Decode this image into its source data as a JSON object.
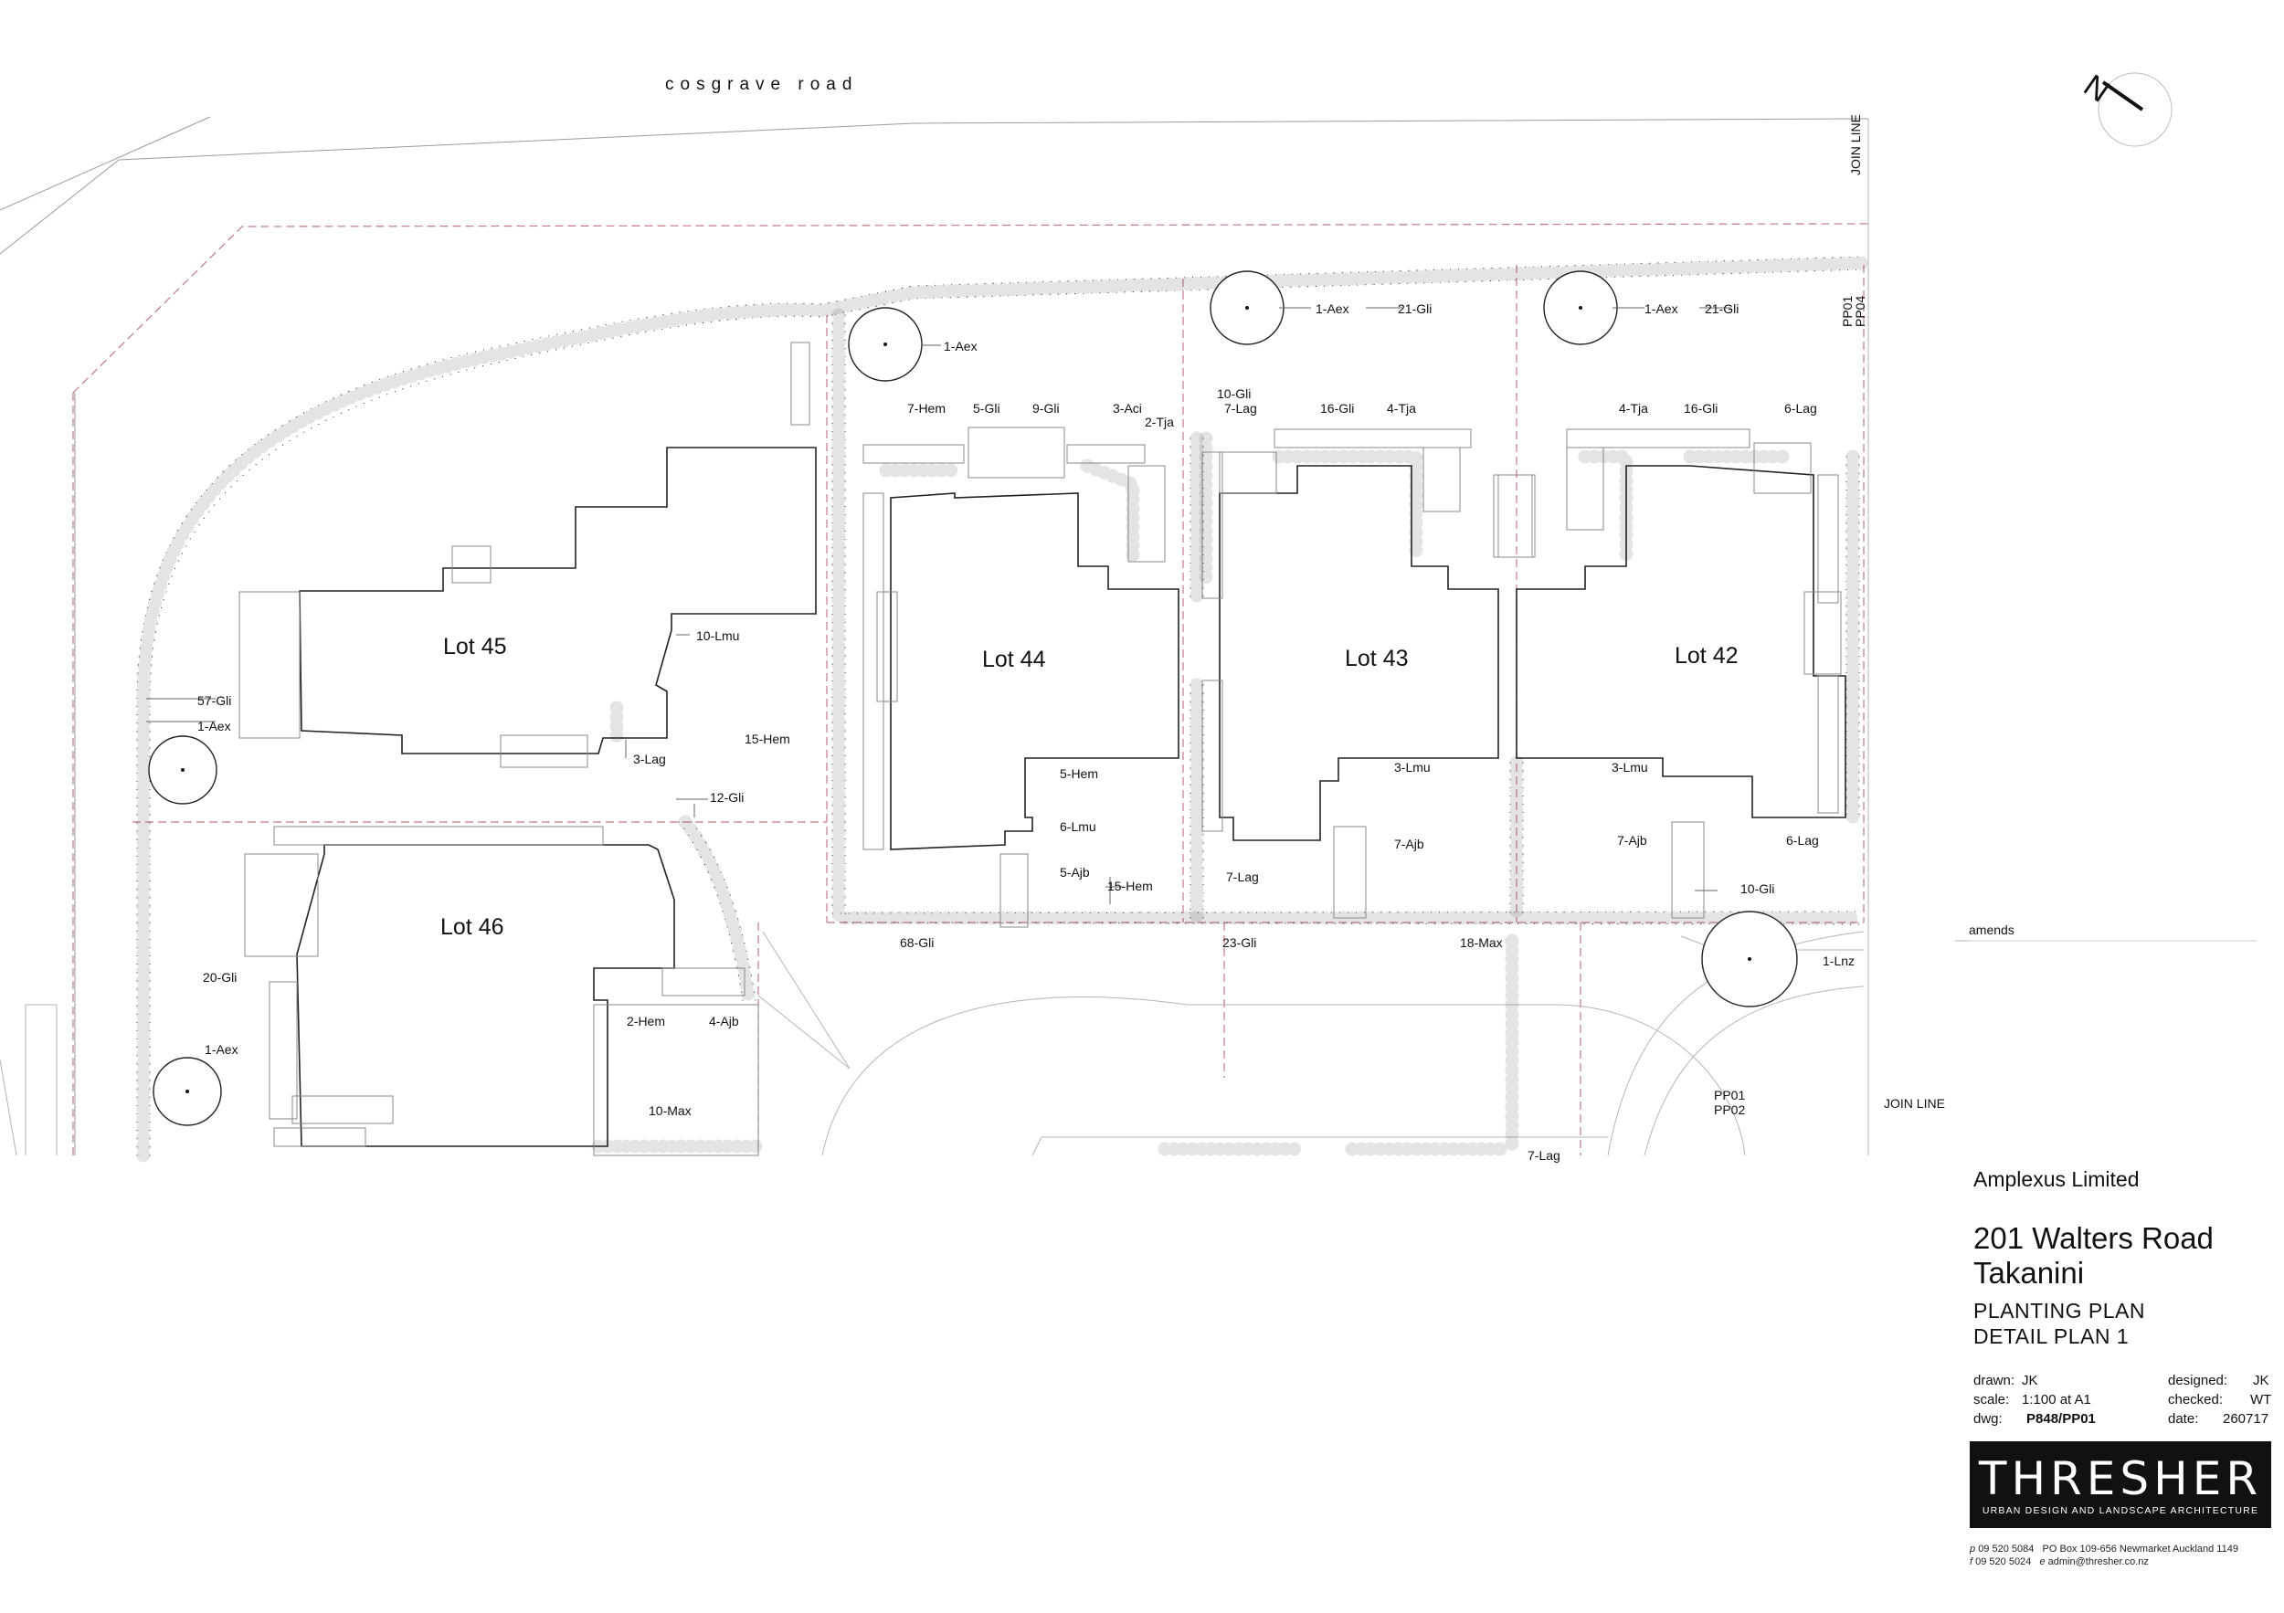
{
  "road_label": "cosgrave road",
  "join_line_labels": [
    "JOIN LINE",
    "JOIN LINE"
  ],
  "sheet_refs": {
    "top_right": [
      "PP01",
      "PP04"
    ],
    "bottom": [
      "PP01",
      "PP02"
    ]
  },
  "amends_label": "amends",
  "lots": [
    "Lot 45",
    "Lot 44",
    "Lot 43",
    "Lot 42",
    "Lot 46"
  ],
  "plant_labels": [
    "1-Aex",
    "1-Aex",
    "21-Gli",
    "1-Aex",
    "21-Gli",
    "7-Hem",
    "5-Gli",
    "9-Gli",
    "3-Aci",
    "2-Tja",
    "10-Gli",
    "7-Lag",
    "16-Gli",
    "4-Tja",
    "4-Tja",
    "16-Gli",
    "6-Lag",
    "10-Lmu",
    "57-Gli",
    "1-Aex",
    "3-Lag",
    "15-Hem",
    "12-Gli",
    "5-Hem",
    "6-Lmu",
    "5-Ajb",
    "15-Hem",
    "3-Lmu",
    "7-Ajb",
    "7-Lag",
    "3-Lmu",
    "7-Ajb",
    "6-Lag",
    "10-Gli",
    "68-Gli",
    "23-Gli",
    "18-Max",
    "1-Lnz",
    "20-Gli",
    "1-Aex",
    "2-Hem",
    "4-Ajb",
    "10-Max",
    "7-Lag"
  ],
  "title_block": {
    "client": "Amplexus Limited",
    "project_line1": "201 Walters Road",
    "project_line2": "Takanini",
    "sheet_line1": "PLANTING PLAN",
    "sheet_line2": "DETAIL PLAN 1",
    "drawn_label": "drawn:",
    "drawn": "JK",
    "scale_label": "scale:",
    "scale": "1:100 at A1",
    "dwg_label": "dwg:",
    "dwg": "P848/PP01",
    "designed_label": "designed:",
    "designed": "JK",
    "checked_label": "checked:",
    "checked": "WT",
    "date_label": "date:",
    "date": "260717"
  },
  "logo": {
    "word": "THRESHER",
    "subtitle": "URBAN DESIGN AND LANDSCAPE ARCHITECTURE"
  },
  "contact": {
    "p_label": "p",
    "phone": "09 520 5084",
    "address": "PO Box 109-656  Newmarket  Auckland 1149",
    "f_label": "f",
    "fax": "09 520 5024",
    "e_label": "e",
    "email": "admin@thresher.co.nz"
  },
  "north_arrow_label": "N"
}
